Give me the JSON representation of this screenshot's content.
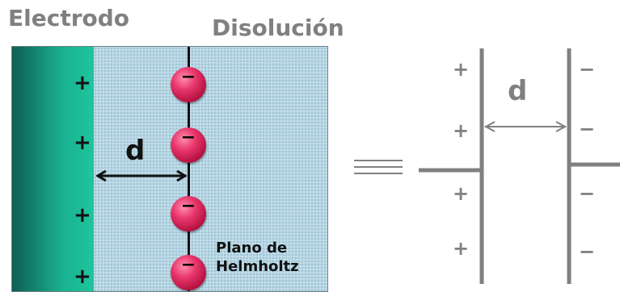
{
  "title_left": "Electrodo",
  "title_right": "Disolución",
  "electrode_charges": [
    "+",
    "+",
    "+",
    "+"
  ],
  "ion_charges": [
    "−",
    "−",
    "−",
    "−"
  ],
  "distance_label": "d",
  "helmholtz_label": [
    "Plano de",
    "Helmholtz"
  ],
  "equivalence_symbol": "≡",
  "capacitor": {
    "plate_left_charges": [
      "+",
      "+",
      "+",
      "+"
    ],
    "plate_right_charges": [
      "−",
      "−",
      "−",
      "−"
    ],
    "distance_label": "d"
  },
  "colors": {
    "electrode": "#19b08f",
    "solution": "#b6d5e3",
    "ion": "#e8376b",
    "capacitor": "#808080"
  }
}
